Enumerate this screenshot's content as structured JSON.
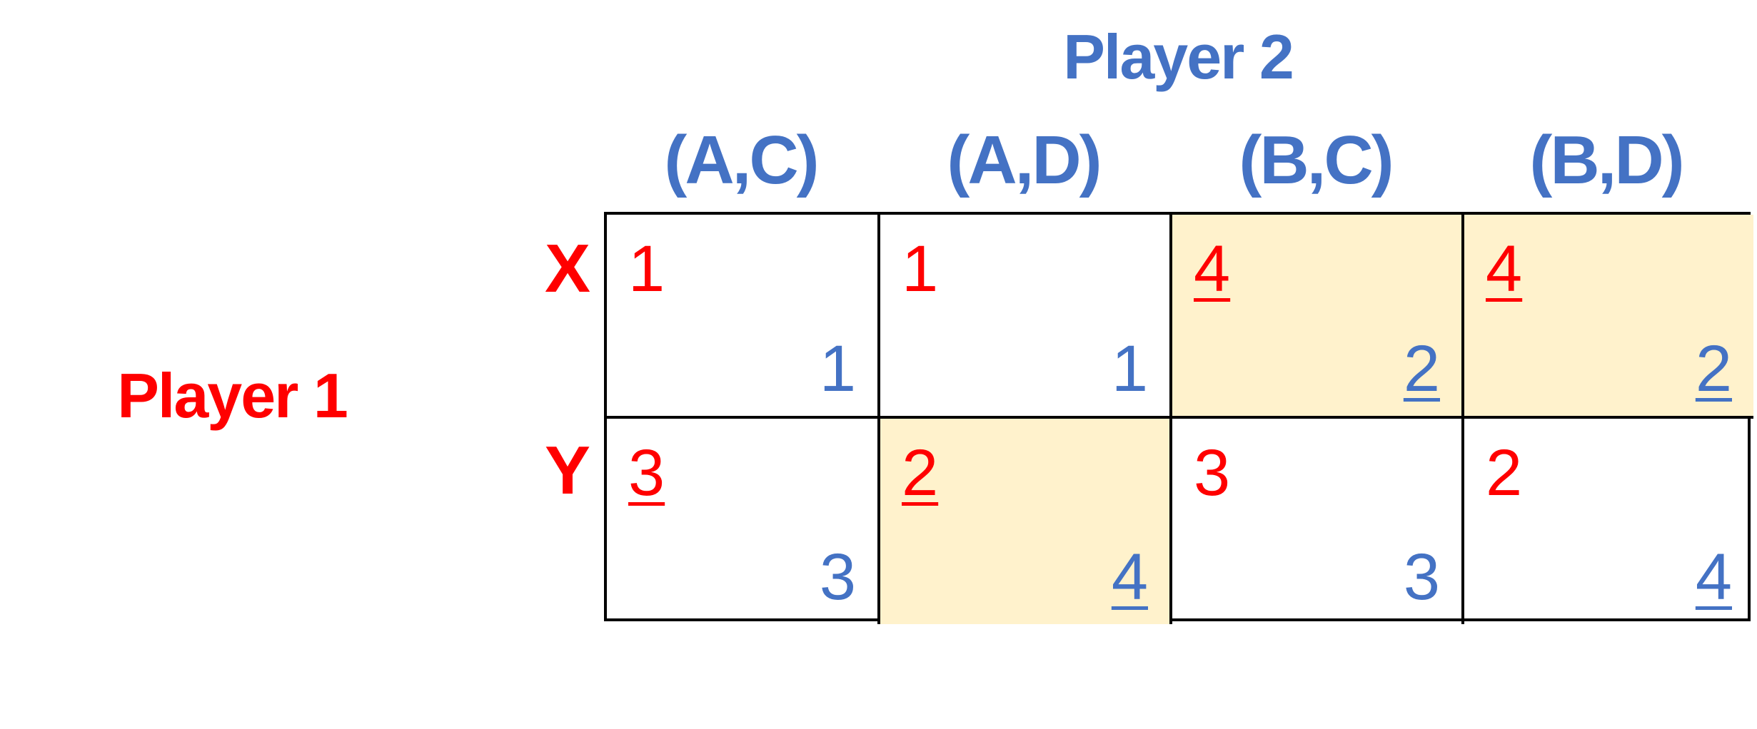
{
  "colors": {
    "player1": "#ff0000",
    "player2": "#4472c4",
    "highlight": "#fff2cc",
    "border": "#000000"
  },
  "player2_label": "Player 2",
  "player1_label": "Player 1",
  "columns": [
    "(A,C)",
    "(A,D)",
    "(B,C)",
    "(B,D)"
  ],
  "rows": [
    "X",
    "Y"
  ],
  "cells": [
    [
      {
        "p1": "1",
        "p2": "1",
        "p1_underlined": false,
        "p2_underlined": false,
        "highlighted": false
      },
      {
        "p1": "1",
        "p2": "1",
        "p1_underlined": false,
        "p2_underlined": false,
        "highlighted": false
      },
      {
        "p1": "4",
        "p2": "2",
        "p1_underlined": true,
        "p2_underlined": true,
        "highlighted": true
      },
      {
        "p1": "4",
        "p2": "2",
        "p1_underlined": true,
        "p2_underlined": true,
        "highlighted": true
      }
    ],
    [
      {
        "p1": "3",
        "p2": "3",
        "p1_underlined": true,
        "p2_underlined": false,
        "highlighted": false
      },
      {
        "p1": "2",
        "p2": "4",
        "p1_underlined": true,
        "p2_underlined": true,
        "highlighted": true
      },
      {
        "p1": "3",
        "p2": "3",
        "p1_underlined": false,
        "p2_underlined": false,
        "highlighted": false
      },
      {
        "p1": "2",
        "p2": "4",
        "p1_underlined": false,
        "p2_underlined": true,
        "highlighted": false
      }
    ]
  ]
}
